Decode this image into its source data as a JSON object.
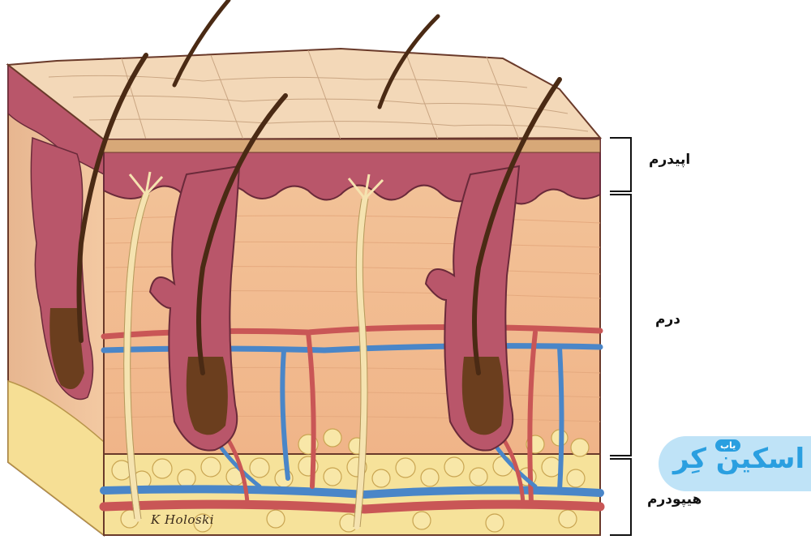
{
  "labels": {
    "epidermis": "اپیدرم",
    "dermis": "درم",
    "hypodermis": "هیپودرم"
  },
  "signature": "K Holoski",
  "logo": {
    "main": "اسکین کِر",
    "sub": "یاب"
  },
  "colors": {
    "epidermis_surface": "#f3d8b8",
    "dermis": "#f4c69c",
    "follicle": "#b9566a",
    "hair": "#4a2a14",
    "vein": "#4a86c8",
    "artery": "#c95656",
    "fat": "#f6e29a",
    "nerve": "#f5e3b0"
  }
}
